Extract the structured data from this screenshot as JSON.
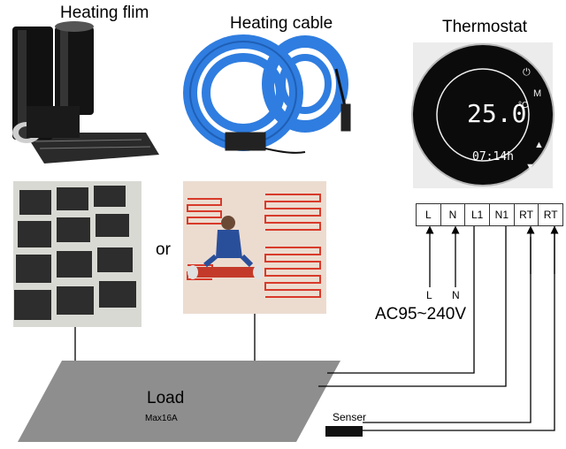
{
  "labels": {
    "heating_film": "Heating flim",
    "heating_cable": "Heating cable",
    "thermostat": "Thermostat",
    "or": "or",
    "load": "Load",
    "load_max": "Max16A",
    "power": "AC95~240V",
    "sensor": "Senser",
    "input_l": "L",
    "input_n": "N"
  },
  "terminals": [
    "L",
    "N",
    "L1",
    "N1",
    "RT",
    "RT"
  ],
  "thermostat_display": {
    "temperature": "25.0",
    "unit": "°C",
    "time": "07:14h",
    "buttons": [
      "⏻",
      "M",
      "▲",
      "▼"
    ]
  },
  "colors": {
    "film": "#1a1a1a",
    "cable": "#2f7de0",
    "load": "#8e8e8e",
    "floor_red": "#d83a2a"
  }
}
